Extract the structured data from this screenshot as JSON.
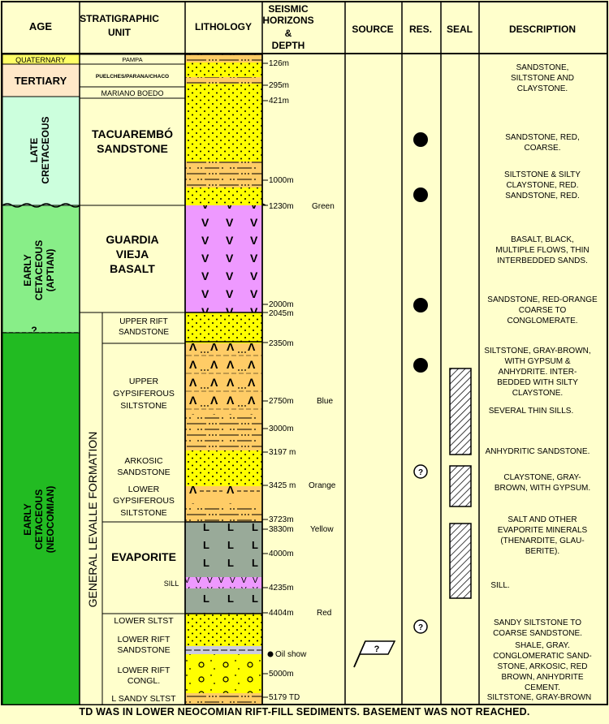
{
  "headers": {
    "age": "AGE",
    "unit": "STRATIGRAPHIC UNIT",
    "lithology": "LITHOLOGY",
    "seismic": "SEISMIC HORIZONS & DEPTH",
    "source": "SOURCE",
    "res": "RES.",
    "seal": "SEAL",
    "description": "DESCRIPTION"
  },
  "ages": [
    {
      "label": "QUATERNARY",
      "color": "#ffff66"
    },
    {
      "label": "TERTIARY",
      "color": "#ffe8c8"
    },
    {
      "label": "LATE CRETACEOUS",
      "color": "#ccffdd"
    },
    {
      "label": "EARLY CETACEOUS (APTIAN)",
      "color": "#88ee88"
    },
    {
      "label": "EARLY CETACEOUS (NEOCOMIAN)",
      "color": "#22bb22"
    }
  ],
  "age_query_mark": "?",
  "formation_label": "GENERAL LEVALLE FORMATION",
  "units": [
    {
      "label": "PAMPA"
    },
    {
      "label": "PUELCHES/PARANA/CHACO"
    },
    {
      "label": "MARIANO BOEDO"
    },
    {
      "label": "TACUAREMBÓ SANDSTONE"
    },
    {
      "label": "GUARDIA VIEJA BASALT"
    },
    {
      "label": "UPPER RIFT SANDSTONE"
    },
    {
      "label": "UPPER GYPSIFEROUS SILTSTONE"
    },
    {
      "label": "ARKOSIC SANDSTONE"
    },
    {
      "label": "LOWER GYPSIFEROUS SILTSTONE"
    },
    {
      "label": "EVAPORITE"
    },
    {
      "label": "SILL"
    },
    {
      "label": "LOWER SLTST"
    },
    {
      "label": "LOWER RIFT SANDSTONE"
    },
    {
      "label": "LOWER RIFT CONGL."
    },
    {
      "label": "L SANDY SLTST"
    }
  ],
  "depths": [
    "126m",
    "295m",
    "421m",
    "1000m",
    "1230m",
    "2000m",
    "2045m",
    "2350m",
    "2750m",
    "3000m",
    "3197 m",
    "3425 m",
    "3723m",
    "3830m",
    "4000m",
    "4235m",
    "4404m",
    "5000m",
    "5179 TD"
  ],
  "horizons": [
    {
      "name": "Green",
      "depth": "1230m"
    },
    {
      "name": "Blue",
      "depth": "2750m"
    },
    {
      "name": "Orange",
      "depth": "3425 m"
    },
    {
      "name": "Yellow",
      "depth": "3830m"
    },
    {
      "name": "Red",
      "depth": "4404m"
    }
  ],
  "oil_show": "Oil show",
  "source_flag_mark": "?",
  "res_query_mark": "?",
  "descriptions": [
    "SANDSTONE, SILTSTONE AND CLAYSTONE.",
    "SANDSTONE, RED, COARSE.",
    "SILTSTONE & SILTY CLAYSTONE, RED. SANDSTONE, RED.",
    "BASALT, BLACK, MULTIPLE FLOWS, THIN INTERBEDDED SANDS.",
    "SANDSTONE, RED-ORANGE COARSE TO CONGLOMERATE.",
    "SILTSTONE, GRAY-BROWN, WITH GYPSUM & ANHYDRITE. INTER-BEDDED WITH SILTY CLAYSTONE.",
    "SEVERAL THIN SILLS.",
    "ANHYDRITIC SANDSTONE.",
    "CLAYSTONE, GRAY-BROWN, WITH GYPSUM.",
    "SALT AND OTHER EVAPORITE MINERALS (THENARDITE, GLAU-BERITE).",
    "SILL.",
    "SANDY SILTSTONE TO COARSE SANDSTONE.",
    "SHALE, GRAY. CONGLOMERATIC SAND-STONE, ARKOSIC, RED BROWN, ANHYDRITE CEMENT.",
    "SILTSTONE, GRAY-BROWN"
  ],
  "lithology_colors": {
    "sand": "#ffff00",
    "silt": "#ffcc66",
    "basalt": "#ee99ff",
    "evaporite": "#99aa99",
    "sill": "#ee99ff"
  },
  "footer": "TD WAS IN LOWER NEOCOMIAN RIFT-FILL SEDIMENTS.  BASEMENT WAS NOT REACHED."
}
